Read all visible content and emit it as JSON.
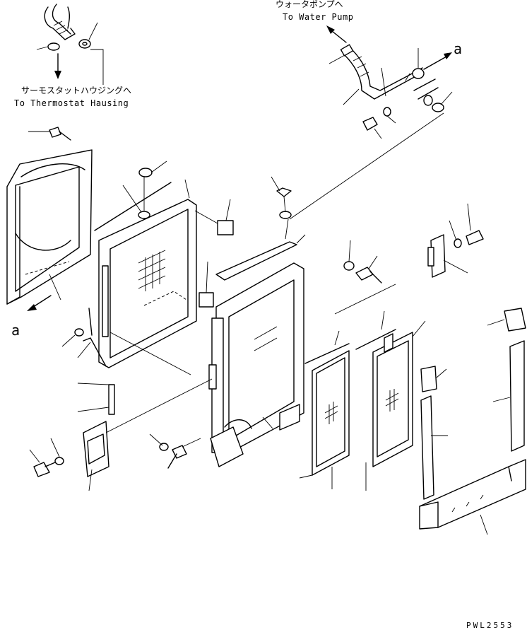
{
  "labels": {
    "thermostat_jp": "サーモスタットハウジングへ",
    "thermostat_en": "To Thermostat Hausing",
    "water_pump_jp": "ウォータポンプへ",
    "water_pump_en": "To Water Pump",
    "view_a_right": "a",
    "view_a_left": "a",
    "drawing_code": "PWL2553"
  },
  "colors": {
    "line": "#000000",
    "background": "#ffffff"
  }
}
